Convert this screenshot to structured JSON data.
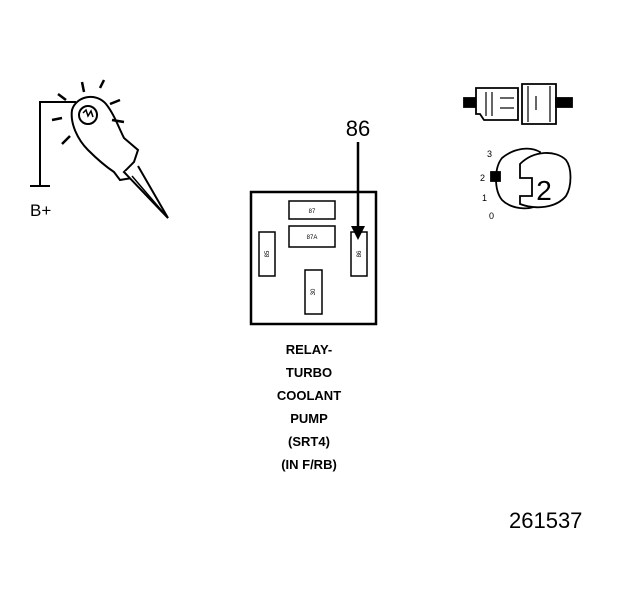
{
  "test_light": {
    "battery_label": "B+"
  },
  "relay": {
    "arrow_pin_label": "86",
    "pins": {
      "p87": "87",
      "p87a": "87A",
      "p85": "85",
      "p86": "86",
      "p30": "30"
    },
    "caption": [
      "RELAY-",
      "TURBO",
      "COOLANT",
      "PUMP",
      "(SRT4)",
      "(IN F/RB)"
    ]
  },
  "ignition": {
    "positions": [
      "3",
      "2",
      "1",
      "0"
    ],
    "selected": "2"
  },
  "figure_number": "261537"
}
